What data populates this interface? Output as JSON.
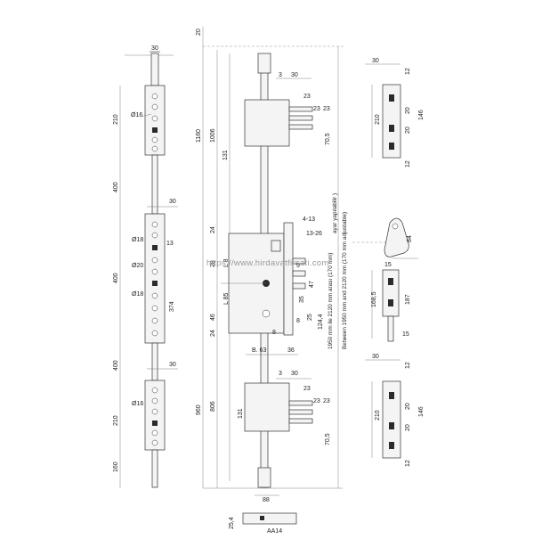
{
  "watermark": "https://www.hirdavatfirsati.com",
  "left_strip": {
    "top_width": "30",
    "seg_210_top": "210",
    "seg_400_a": "400",
    "seg_400_b": "400",
    "seg_400_c": "400",
    "seg_210_bot": "210",
    "seg_160": "160",
    "dim_30_mid": "30",
    "dim_30_low": "30",
    "dia_16_top": "Ø16",
    "dia_18_a": "Ø18",
    "dim_13": "13",
    "dia_20": "Ø20",
    "dia_18_b": "Ø18",
    "dim_374": "374",
    "dia_16_bot": "Ø16"
  },
  "center": {
    "dim_20": "20",
    "dim_1160": "1160",
    "dim_1006": "1006",
    "dim_131_top": "131",
    "dim_3_top": "3",
    "dim_30_top": "30",
    "dim_23_a": "23",
    "dim_23_b": "23",
    "dim_23_c": "23",
    "dim_70_5_top": "70,5",
    "dim_24_top": "24",
    "dim_28": "28",
    "dim_L8": "L 8",
    "dim_L85": "L 85",
    "dim_46": "46",
    "dim_24_bot": "24",
    "dim_8": "8",
    "dim_B63": "B. 63",
    "dim_36": "36",
    "dim_4_13": "4-13",
    "dim_13_26": "13-26",
    "dim_47": "47",
    "dim_124_4": "124,4",
    "dim_25": "25",
    "dim_35": "35",
    "dim_8_b": "8",
    "dim_9": "9",
    "note_tr_1": "1950 mm ile 2120 mm arası (170 mm)",
    "note_tr_2": "ayar yapılabilir )",
    "note_en": "Between 1950 mm and 2120 mm (170 mm adjustable)",
    "dim_960": "960",
    "dim_806": "806",
    "dim_131_bot": "131",
    "dim_3_bot": "3",
    "dim_30_bot": "30",
    "dim_23_d": "23",
    "dim_23_e": "23",
    "dim_23_f": "23",
    "dim_70_5_bot": "70,5",
    "dim_88": "88",
    "dim_25_4": "25,4",
    "dim_AA14": "AA14"
  },
  "right": {
    "top_30": "30",
    "top_12_a": "12",
    "top_210": "210",
    "top_20_a": "20",
    "top_146": "146",
    "top_20_b": "20",
    "top_12_b": "12",
    "hook_84": "84",
    "mid_15": "15",
    "mid_168_5": "168,5",
    "mid_187": "187",
    "mid_15_b": "15",
    "bot_30": "30",
    "bot_12_a": "12",
    "bot_210": "210",
    "bot_20_a": "20",
    "bot_146": "146",
    "bot_20_b": "20",
    "bot_12_b": "12"
  }
}
